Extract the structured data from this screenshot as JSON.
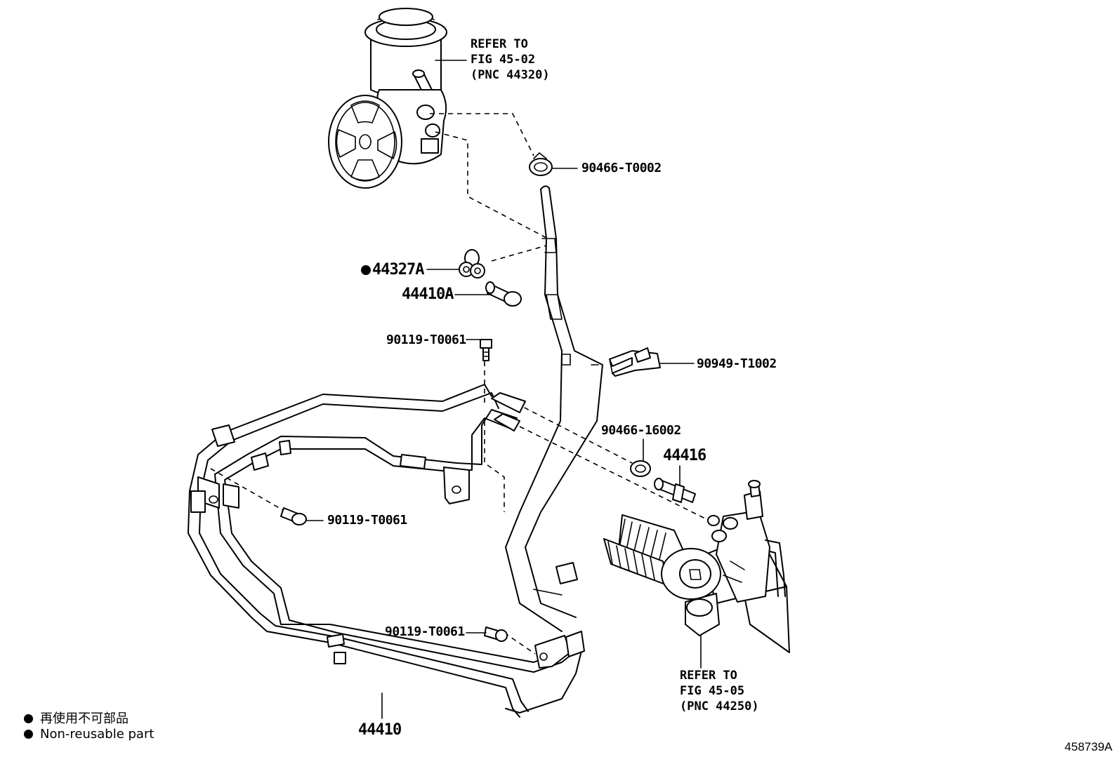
{
  "callouts": {
    "ref_pump": "REFER TO\nFIG 45-02\n(PNC 44320)",
    "clip_top": "90466-T0002",
    "oring": "44327A",
    "union_bolt": "44410A",
    "bolt_upper": "90119-T0061",
    "clamp_right": "90949-T1002",
    "clip_mid": "90466-16002",
    "hose_small": "44416",
    "bolt_mid": "90119-T0061",
    "bolt_lower": "90119-T0061",
    "tube_assy": "44410",
    "ref_gear": "REFER TO\nFIG 45-05\n(PNC 44250)"
  },
  "legend": {
    "symbol": "filled-circle-icon",
    "jp": "再使用不可部品",
    "en": "Non-reusable part"
  },
  "figure_number": "458739A"
}
